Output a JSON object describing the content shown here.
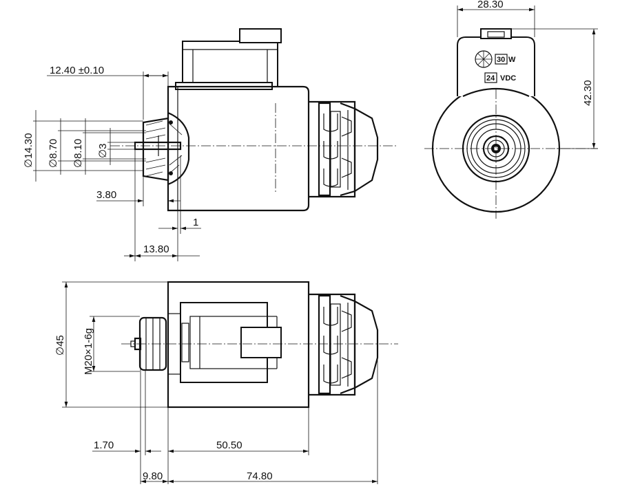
{
  "dimensions": {
    "top_right_width": "28.30",
    "right_height": "42.30",
    "tolerance_length": "12.40 ±0.10",
    "dia_14_30": "∅14.30",
    "dia_8_70": "∅8.70",
    "dia_8_10": "∅8.10",
    "dia_3": "∅3",
    "len_3_80": "3.80",
    "len_1": "1",
    "len_13_80": "13.80",
    "dia_45": "∅45",
    "thread": "M20×1-6g",
    "len_1_70": "1.70",
    "len_50_50": "50.50",
    "len_9_80": "9.80",
    "len_74_80": "74.80"
  },
  "label": {
    "power_value": "30",
    "power_unit": "W",
    "voltage_value": "24",
    "voltage_unit": "VDC"
  }
}
